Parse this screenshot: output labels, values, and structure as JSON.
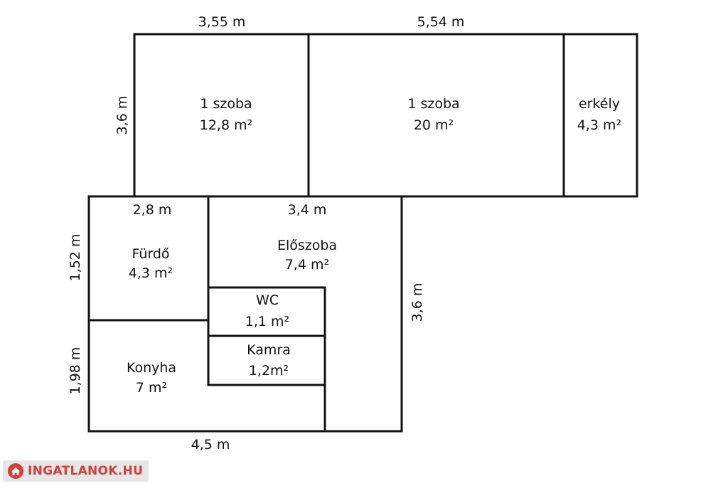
{
  "rooms": {
    "szoba1": {
      "name": "1 szoba",
      "area": "12,8 m²"
    },
    "szoba2": {
      "name": "1 szoba",
      "area": "20 m²"
    },
    "erkely": {
      "name": "erkély",
      "area": "4,3 m²"
    },
    "furdo": {
      "name": "Fürdő",
      "area": "4,3 m²"
    },
    "eloszoba": {
      "name": "Előszoba",
      "area": "7,4 m²"
    },
    "wc": {
      "name": "WC",
      "area": "1,1 m²"
    },
    "kamra": {
      "name": "Kamra",
      "area": "1,2m²"
    },
    "konyha": {
      "name": "Konyha",
      "area": "7 m²"
    }
  },
  "dimensions": {
    "top_left_width": "3,55 m",
    "top_right_width": "5,54 m",
    "top_height": "3,6 m",
    "furdo_width": "2,8 m",
    "eloszoba_width": "3,4 m",
    "furdo_height": "1,52 m",
    "konyha_height": "1,98 m",
    "eloszoba_height": "3,6 m",
    "bottom_width": "4,5 m"
  },
  "watermark": {
    "text": "INGATLANOK.HU",
    "icon": "house-icon",
    "color": "#d0403a"
  }
}
